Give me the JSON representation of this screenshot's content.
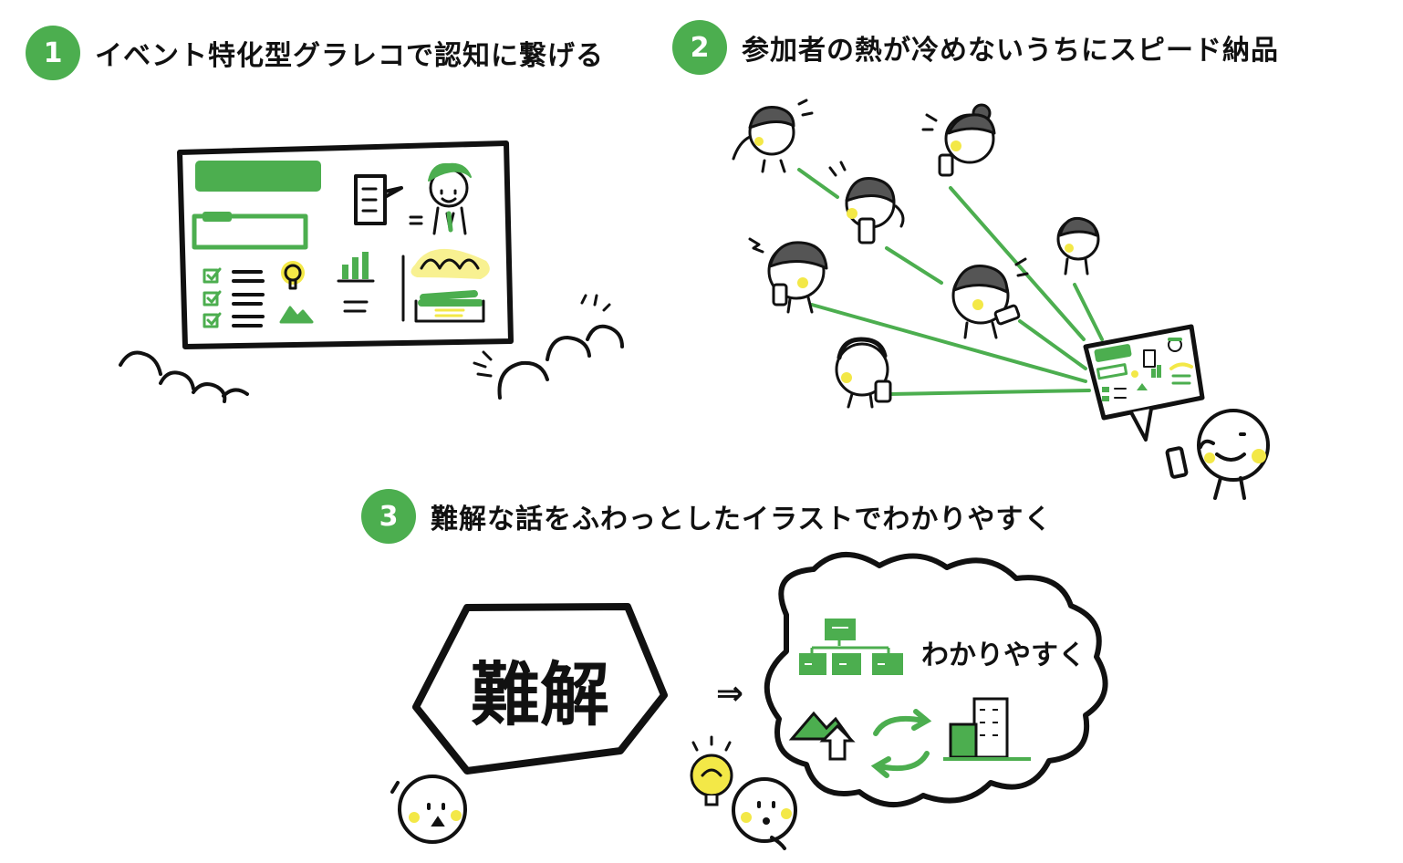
{
  "colors": {
    "accent": "#4cae4f",
    "ink": "#111111",
    "highlight": "#f3e847"
  },
  "sections": [
    {
      "number": "1",
      "title": "イベント特化型グラレコで認知に繋げる"
    },
    {
      "number": "2",
      "title": "参加者の熱が冷めないうちにスピード納品"
    },
    {
      "number": "3",
      "title": "難解な話をふわっとしたイラストでわかりやすく"
    }
  ],
  "illustration": {
    "difficult_word": "難解",
    "easy_word": "わかりやすく",
    "arrow": "⇒"
  },
  "icons": [
    "checkbox-icon",
    "lightbulb-icon",
    "bar-chart-icon",
    "mountain-icon",
    "org-chart-icon",
    "building-icon",
    "cycle-arrows-icon",
    "speech-bubble-icon",
    "tablet-icon",
    "smartphone-icon"
  ]
}
